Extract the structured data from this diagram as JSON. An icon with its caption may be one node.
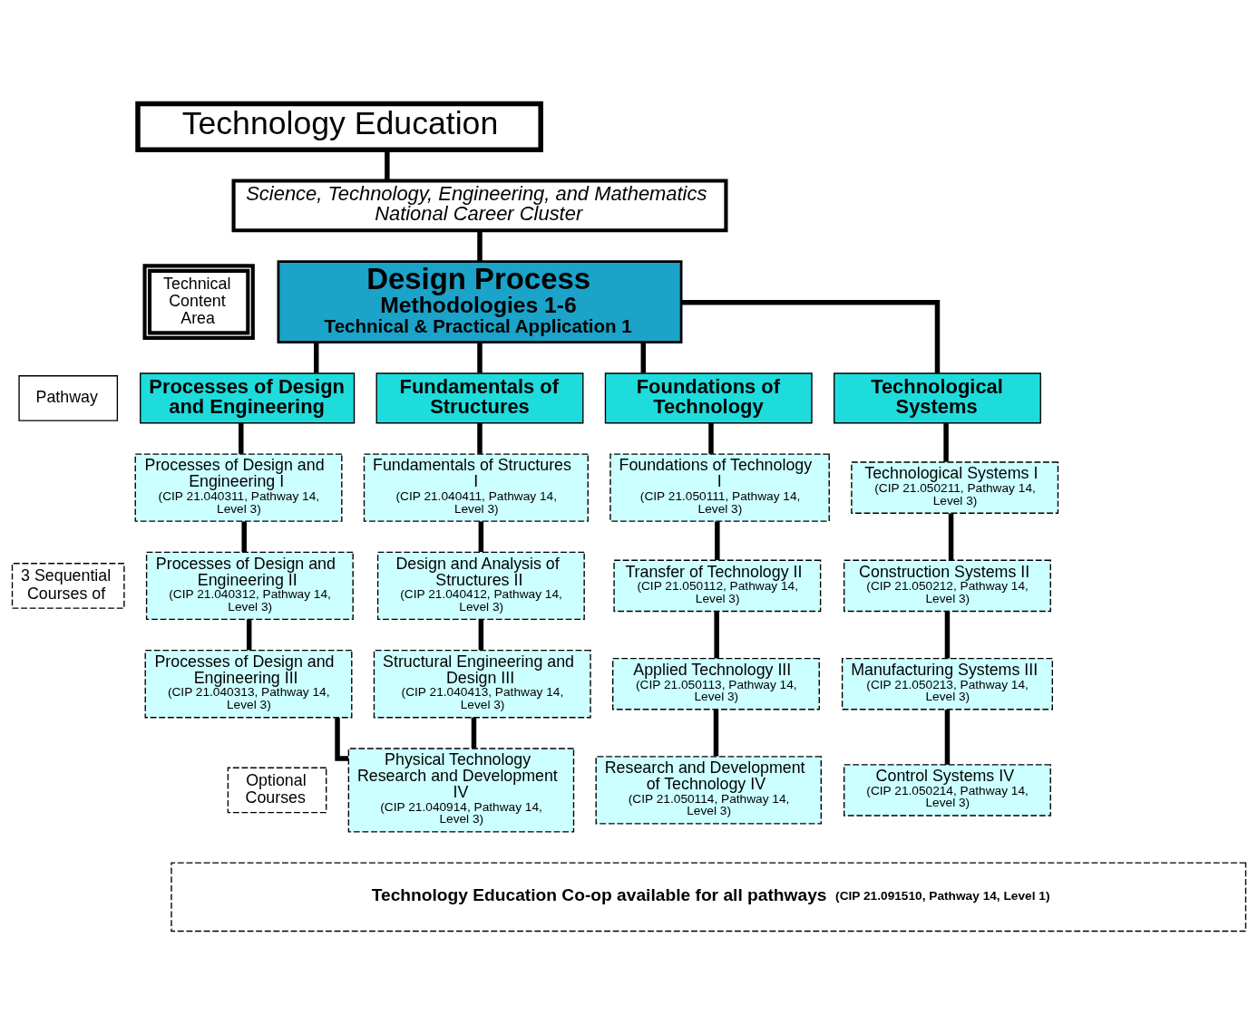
{
  "diagram": {
    "nodes": [
      {
        "text": [
          "Technology Education"
        ]
      },
      {
        "text": [
          "Science, Technology, Engineering, and Mathematics National Career Cluster"
        ]
      },
      {
        "text": [
          "Design Process",
          "Methodologies 1-6",
          "Technical & Practical Application 1"
        ]
      },
      {
        "text": [
          "Technical Content Area"
        ]
      },
      {
        "text": [
          "Pathway"
        ]
      },
      {
        "text": [
          "3 Sequential Courses of"
        ]
      },
      {
        "text": [
          "Optional Courses"
        ]
      },
      {
        "text": [
          "Processes of Design and Engineering"
        ]
      },
      {
        "text": [
          "Fundamentals of Structures"
        ]
      },
      {
        "text": [
          "Foundations of Technology"
        ]
      },
      {
        "text": [
          "Technological Systems"
        ]
      },
      {
        "text": [
          "Processes of Design and Engineering I",
          "(CIP 21.040311, Pathway 14, Level 3)"
        ]
      },
      {
        "text": [
          "Fundamentals of Structures I",
          "(CIP 21.040411, Pathway 14, Level 3)"
        ]
      },
      {
        "text": [
          "Foundations of Technology I",
          "(CIP 21.050111, Pathway 14, Level 3)"
        ]
      },
      {
        "text": [
          "Technological Systems I",
          "(CIP 21.050211, Pathway 14, Level 3)"
        ]
      },
      {
        "text": [
          "Processes of Design and Engineering II",
          "(CIP 21.040312, Pathway 14, Level 3)"
        ]
      },
      {
        "text": [
          "Design and Analysis of Structures II",
          "(CIP 21.040412, Pathway 14, Level 3)"
        ]
      },
      {
        "text": [
          "Transfer of Technology II",
          "(CIP 21.050112, Pathway 14, Level 3)"
        ]
      },
      {
        "text": [
          "Construction Systems II",
          "(CIP 21.050212, Pathway 14, Level 3)"
        ]
      },
      {
        "text": [
          "Processes of Design and Engineering III",
          "(CIP 21.040313, Pathway 14, Level 3)"
        ]
      },
      {
        "text": [
          "Structural Engineering and Design III",
          "(CIP 21.040413, Pathway 14, Level 3)"
        ]
      },
      {
        "text": [
          "Applied Technology III",
          "(CIP 21.050113, Pathway 14, Level 3)"
        ]
      },
      {
        "text": [
          "Manufacturing Systems III",
          "(CIP 21.050213, Pathway 14, Level 3)"
        ]
      },
      {
        "text": [
          "Physical Technology Research and Development IV",
          "(CIP 21.040914, Pathway 14, Level 3)"
        ]
      },
      {
        "text": [
          "Research and Development of Technology IV",
          "(CIP 21.050114, Pathway 14, Level 3)"
        ]
      },
      {
        "text": [
          "Control Systems IV",
          "(CIP 21.050214, Pathway 14, Level 3)"
        ]
      },
      {
        "text": [
          "Technology Education Co-op available for all pathways",
          "(CIP 21.091510, Pathway 14, Level 1)"
        ]
      }
    ],
    "edges": [
      {
        "from": 0,
        "to": 1,
        "arrow": "none"
      },
      {
        "from": 1,
        "to": 2,
        "arrow": "none"
      },
      {
        "from": 2,
        "to": 7,
        "arrow": "none"
      },
      {
        "from": 2,
        "to": 8,
        "arrow": "none"
      },
      {
        "from": 2,
        "to": 9,
        "arrow": "none"
      },
      {
        "from": 2,
        "to": 10,
        "arrow": "none"
      },
      {
        "from": 7,
        "to": 11,
        "arrow": "none"
      },
      {
        "from": 8,
        "to": 12,
        "arrow": "none"
      },
      {
        "from": 9,
        "to": 13,
        "arrow": "none"
      },
      {
        "from": 10,
        "to": 14,
        "arrow": "none"
      },
      {
        "from": 11,
        "to": 15,
        "arrow": "none"
      },
      {
        "from": 12,
        "to": 16,
        "arrow": "none"
      },
      {
        "from": 13,
        "to": 17,
        "arrow": "none"
      },
      {
        "from": 14,
        "to": 18,
        "arrow": "none"
      },
      {
        "from": 15,
        "to": 19,
        "arrow": "none"
      },
      {
        "from": 16,
        "to": 20,
        "arrow": "none"
      },
      {
        "from": 17,
        "to": 21,
        "arrow": "none"
      },
      {
        "from": 18,
        "to": 22,
        "arrow": "none"
      },
      {
        "from": 19,
        "to": 23,
        "arrow": "none"
      },
      {
        "from": 20,
        "to": 23,
        "arrow": "none"
      },
      {
        "from": 21,
        "to": 24,
        "arrow": "none"
      },
      {
        "from": 22,
        "to": 25,
        "arrow": "none"
      }
    ]
  }
}
